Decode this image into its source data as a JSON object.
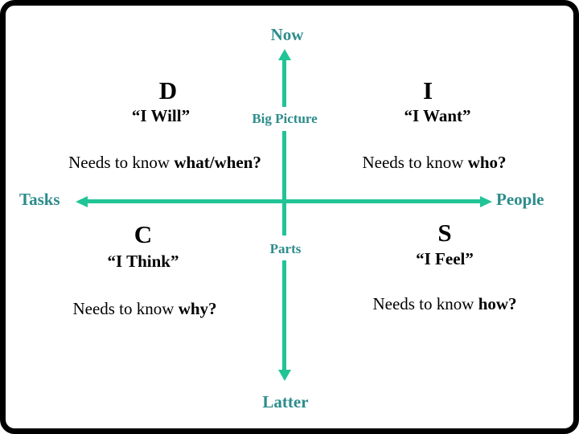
{
  "colors": {
    "background": "#FFFFFF",
    "frame": "#000000",
    "arrow": "#21C496",
    "axis_label": "#2E8C8C",
    "quadrant_text": "#000000"
  },
  "axes": {
    "top": "Now",
    "bottom": "Latter",
    "left": "Tasks",
    "right": "People",
    "upper_mid": "Big Picture",
    "lower_mid": "Parts"
  },
  "quadrants": [
    {
      "key": "D",
      "letter": "D",
      "motto": "“I Will”",
      "needs_prefix": "Needs to know ",
      "needs_keyword": "what/when?"
    },
    {
      "key": "I",
      "letter": "I",
      "motto": "“I Want”",
      "needs_prefix": "Needs to know ",
      "needs_keyword": "who?"
    },
    {
      "key": "C",
      "letter": "C",
      "motto": "“I Think”",
      "needs_prefix": "Needs to know ",
      "needs_keyword": "why?"
    },
    {
      "key": "S",
      "letter": "S",
      "motto": "“I Feel”",
      "needs_prefix": "Needs to know ",
      "needs_keyword": "how?"
    }
  ]
}
